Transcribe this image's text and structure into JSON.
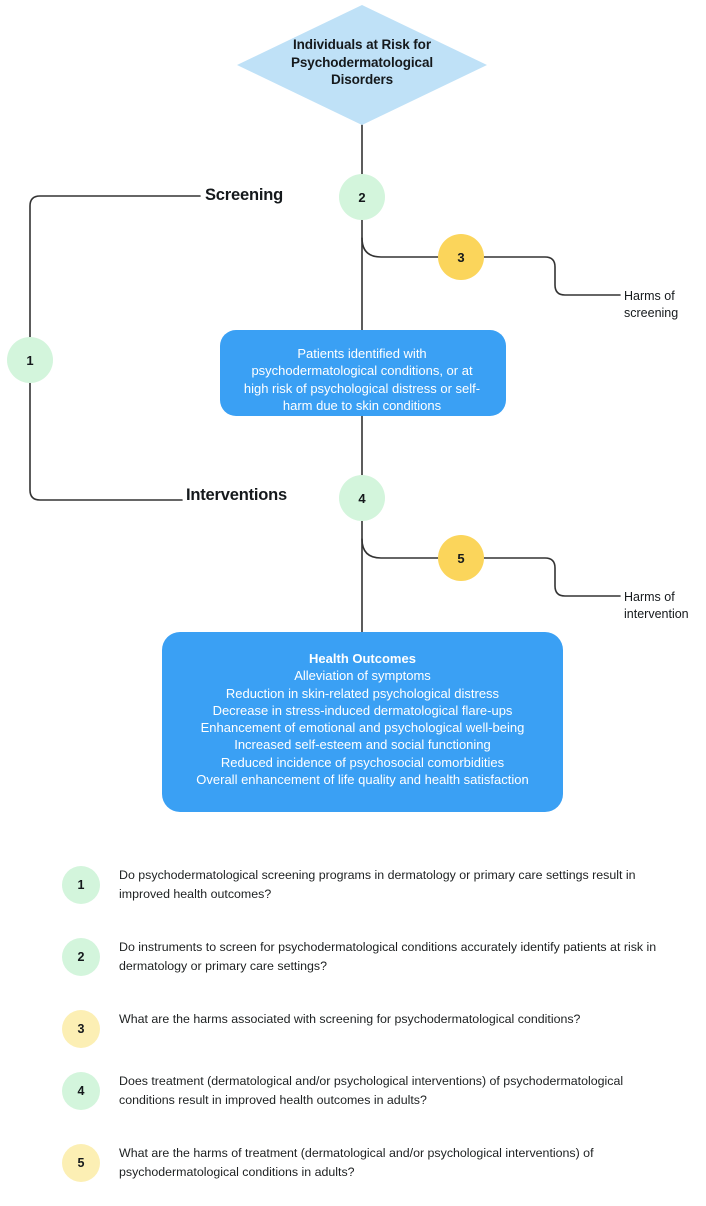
{
  "diagram": {
    "population_node": {
      "shape": "diamond",
      "lines": [
        "Individuals at Risk for",
        "Psychodermatological",
        "Disorders"
      ],
      "fill": "#bfe1f7"
    },
    "stages": [
      {
        "id": "screening",
        "label": "Screening"
      },
      {
        "id": "interventions",
        "label": "Interventions"
      }
    ],
    "kq_circles": [
      {
        "num": "1",
        "color": "green",
        "hex": "#d3f5dc"
      },
      {
        "num": "2",
        "color": "green",
        "hex": "#d3f5dc"
      },
      {
        "num": "3",
        "color": "yellow",
        "hex": "#fbd55b"
      },
      {
        "num": "4",
        "color": "green",
        "hex": "#d3f5dc"
      },
      {
        "num": "5",
        "color": "yellow",
        "hex": "#fbd55b"
      }
    ],
    "intermediate_box": {
      "lines": [
        "Patients identified with",
        "psychodermatological conditions, or at",
        "high risk of psychological distress or self-",
        "harm due to skin conditions"
      ],
      "fill": "#3aa0f4"
    },
    "outcomes_box": {
      "title": "Health Outcomes",
      "lines": [
        "Alleviation of symptoms",
        "Reduction in skin-related psychological distress",
        "Decrease in stress-induced dermatological flare-ups",
        "Enhancement of emotional and psychological well-being",
        "Increased self-esteem and social functioning",
        "Reduced incidence of psychosocial comorbidities",
        "Overall enhancement of life quality and health satisfaction"
      ],
      "fill": "#3aa0f4"
    },
    "harms": [
      {
        "id": "harms-screening",
        "lines": [
          "Harms of",
          "screening"
        ]
      },
      {
        "id": "harms-intervention",
        "lines": [
          "Harms of",
          "intervention"
        ]
      }
    ],
    "line_color": "#333333"
  },
  "legend": {
    "items": [
      {
        "num": "1",
        "color": "green",
        "question": "Do psychodermatological screening programs in dermatology or primary care settings result in improved health outcomes?"
      },
      {
        "num": "2",
        "color": "green",
        "question": "Do instruments to screen for psychodermatological conditions accurately identify patients at risk in dermatology or primary care settings?"
      },
      {
        "num": "3",
        "color": "yellow",
        "question": "What are the harms associated with screening for psychodermatological conditions?"
      },
      {
        "num": "4",
        "color": "green",
        "question": "Does treatment (dermatological and/or psychological interventions) of psychodermatological conditions result in improved health outcomes in adults?"
      },
      {
        "num": "5",
        "color": "yellow",
        "question": "What are the harms of treatment (dermatological and/or psychological interventions) of psychodermatological conditions in adults?"
      }
    ]
  }
}
